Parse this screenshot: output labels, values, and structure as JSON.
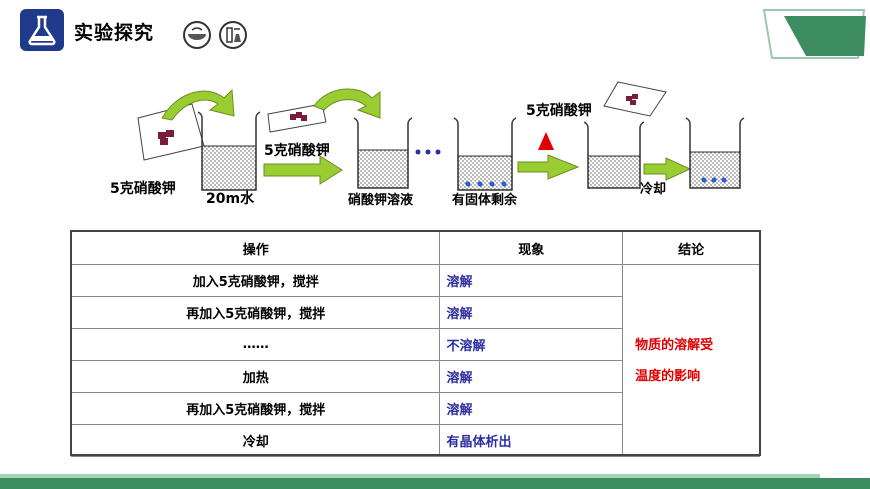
{
  "header": {
    "title": "实验探究"
  },
  "diagram": {
    "labels": {
      "potassium_5g_left": "5克硝酸钾",
      "water": "20m水",
      "potassium_5g_mid": "5克硝酸钾",
      "solution": "硝酸钾溶液",
      "solid_remains": "有固体剩余",
      "potassium_5g_right": "5克硝酸钾",
      "cool": "冷却"
    }
  },
  "table": {
    "headers": [
      "操作",
      "现象",
      "结论"
    ],
    "rows": [
      {
        "operation": "加入5克硝酸钾，搅拌",
        "phenomenon": "溶解"
      },
      {
        "operation": "再加入5克硝酸钾，搅拌",
        "phenomenon": "溶解"
      },
      {
        "operation": "……",
        "phenomenon": "不溶解"
      },
      {
        "operation": "加热",
        "phenomenon": "溶解"
      },
      {
        "operation": "再加入5克硝酸钾，搅拌",
        "phenomenon": "溶解"
      },
      {
        "operation": "冷却",
        "phenomenon": "有晶体析出"
      }
    ],
    "conclusion_lines": [
      "物质的溶解受",
      "温度的影响"
    ]
  },
  "colors": {
    "logo_blue": "#1f3a8a",
    "arrow_green": "#9acd32",
    "phenomenon_blue": "#2b2fa0",
    "conclusion_red": "#e00000",
    "footer_green": "#3e8c62"
  },
  "icons": [
    "flask-icon",
    "bowl-icon",
    "lab-icon"
  ]
}
